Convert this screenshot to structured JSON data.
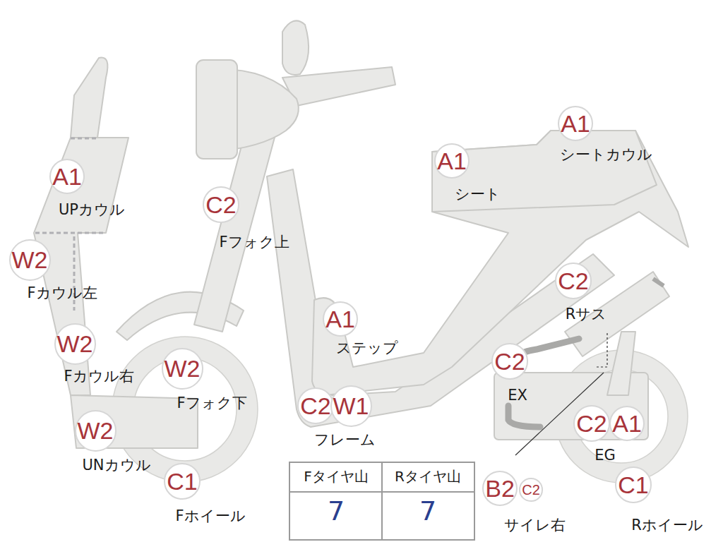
{
  "diagram": {
    "nodes": [
      {
        "text": [
          "A1"
        ]
      },
      {
        "text": [
          "A1"
        ]
      },
      {
        "text": [
          "A1"
        ]
      },
      {
        "text": [
          "C2"
        ]
      },
      {
        "text": [
          "W2"
        ]
      },
      {
        "text": [
          "C2"
        ]
      },
      {
        "text": [
          "A1"
        ]
      },
      {
        "text": [
          "W2"
        ]
      },
      {
        "text": [
          "C2"
        ]
      },
      {
        "text": [
          "W2"
        ]
      },
      {
        "text": [
          "C2"
        ]
      },
      {
        "text": [
          "W1"
        ]
      },
      {
        "text": [
          "C2"
        ]
      },
      {
        "text": [
          "A1"
        ]
      },
      {
        "text": [
          "W2"
        ]
      },
      {
        "text": [
          "C1"
        ]
      },
      {
        "text": [
          "B2"
        ]
      },
      {
        "text": [
          "C2"
        ]
      },
      {
        "text": [
          "C1"
        ]
      }
    ],
    "labels": [
      "シートカウル",
      "シート",
      "UPカウル",
      "Fフォク上",
      "Fカウル左",
      "Rサス",
      "ステップ",
      "Fカウル右",
      "EX",
      "Fフォク下",
      "フレーム",
      "EG",
      "UNカウル",
      "Fタイヤ山",
      "Rタイヤ山",
      "7",
      "7",
      "Fホイール",
      "サイレ右",
      "Rホイール"
    ]
  }
}
